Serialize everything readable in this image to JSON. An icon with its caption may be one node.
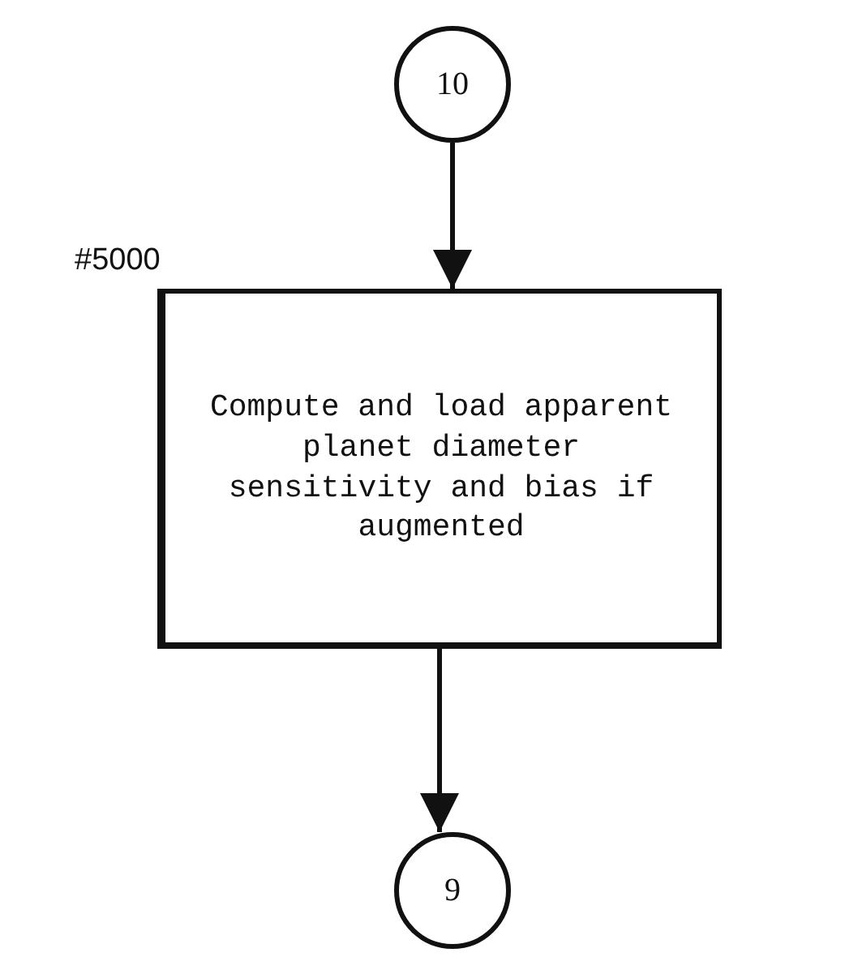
{
  "diagram": {
    "nodes": [
      {
        "text": [
          "10"
        ]
      },
      {
        "text": [
          "Compute and load apparent planet diameter sensitivity and bias if augmented"
        ],
        "beside": [
          "#5000"
        ]
      },
      {
        "text": [
          "9"
        ]
      }
    ],
    "edges": [
      {
        "from": 0,
        "to": 1,
        "arrow": "to"
      },
      {
        "from": 1,
        "to": 2,
        "arrow": "to"
      }
    ]
  }
}
